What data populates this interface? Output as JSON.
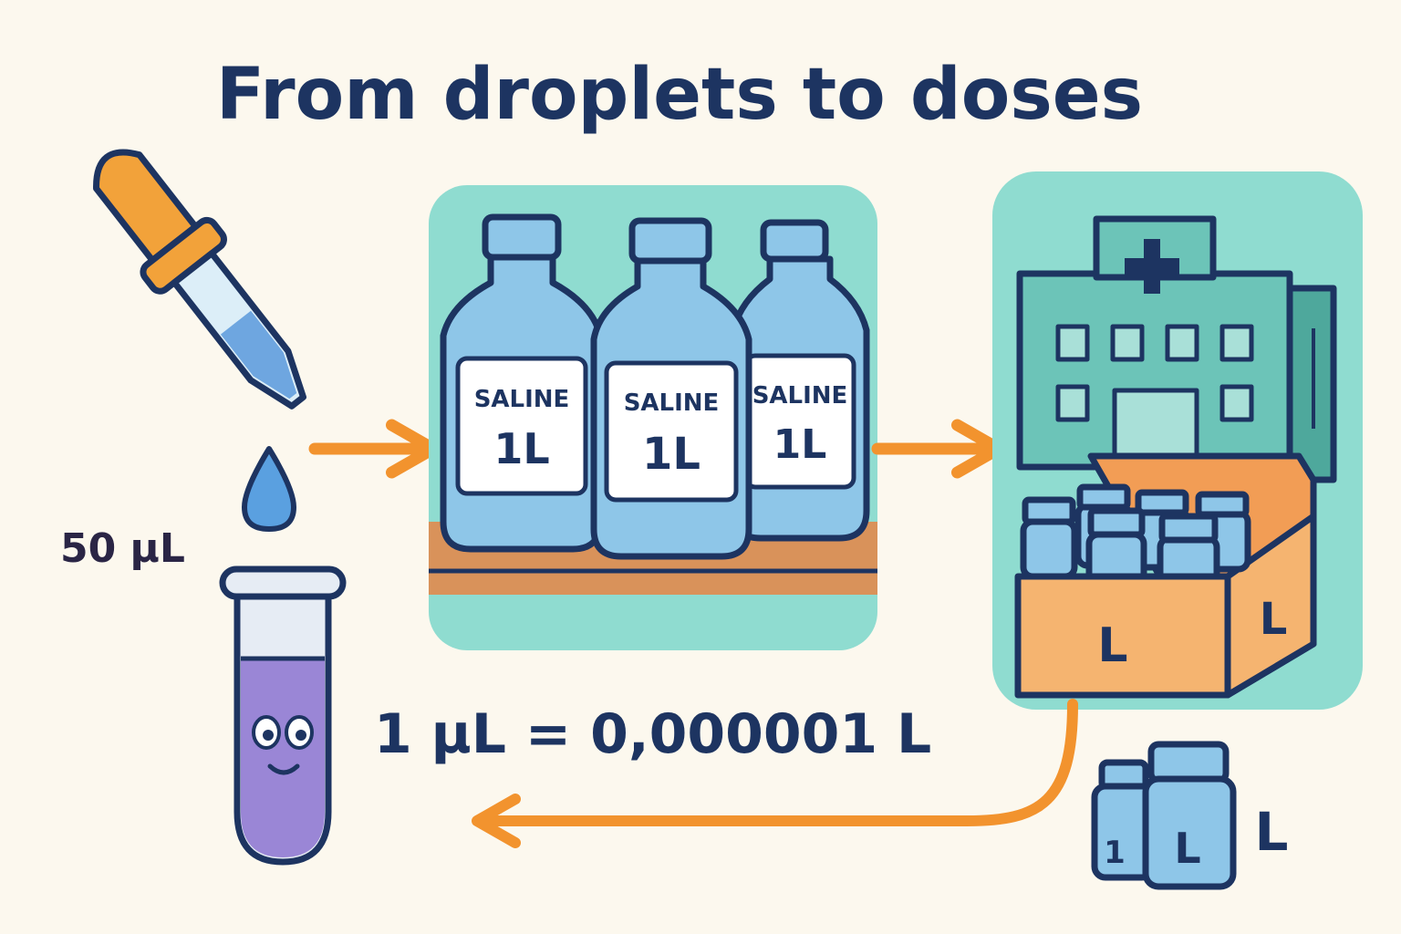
{
  "title": "From droplets to doses",
  "dropper": {
    "volume_label": "50 µL"
  },
  "conversion": {
    "text": "1 µL = 0,000001 L"
  },
  "saline_bottles": [
    {
      "name": "SALINE",
      "volume": "1L"
    },
    {
      "name": "SALINE",
      "volume": "1L"
    },
    {
      "name": "SALINE",
      "volume": "1L"
    }
  ],
  "crate": {
    "front_label": "L",
    "side_label": "L"
  },
  "small_vials": {
    "vial_labels": [
      "1",
      "L"
    ],
    "unit_label": "L"
  },
  "colors": {
    "navy": "#1d3461",
    "panel": "#8fdcd0",
    "bottle": "#8ec6e8",
    "arrow": "#f2932e",
    "crate": "#f5b470",
    "shelf": "#d9925a",
    "tube_liquid": "#9a86d6",
    "building": "#6cc4b8"
  },
  "icons": [
    "dropper-icon",
    "droplet-icon",
    "test-tube-icon",
    "saline-bottle-icon",
    "hospital-icon",
    "medical-cross-icon",
    "vial-crate-icon",
    "vial-icon",
    "arrow-icon"
  ]
}
